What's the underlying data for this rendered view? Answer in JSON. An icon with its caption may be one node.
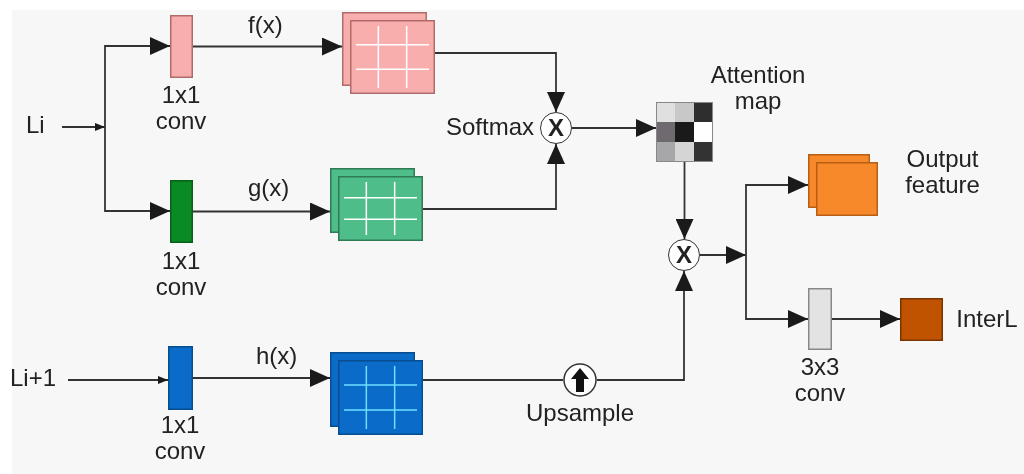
{
  "diagram": {
    "nodes": [
      {
        "text": [
          "Li"
        ]
      },
      {
        "text": [
          "1x1 conv"
        ]
      },
      {
        "text": [],
        "shape": "box"
      },
      {
        "text": [
          "1x1 conv"
        ]
      },
      {
        "text": [],
        "shape": "box"
      },
      {
        "text": [
          "X"
        ],
        "beside": [
          "Softmax"
        ]
      },
      {
        "text": [
          "Attention map"
        ]
      },
      {
        "text": [
          "Li+1"
        ]
      },
      {
        "text": [
          "1x1 conv"
        ]
      },
      {
        "text": [],
        "shape": "box"
      },
      {
        "text": [],
        "shape": "circle",
        "beside": [
          "Upsample"
        ]
      },
      {
        "text": [
          "X"
        ]
      },
      {
        "text": [
          "Output feature"
        ]
      },
      {
        "text": [
          "3x3 conv"
        ]
      },
      {
        "text": [
          "InterL"
        ]
      }
    ],
    "edges": [
      {
        "from": 0,
        "to": 1,
        "arrow": "to"
      },
      {
        "from": 0,
        "to": 3,
        "arrow": "to"
      },
      {
        "from": 1,
        "to": 2,
        "arrow": "to",
        "label": "f(x)"
      },
      {
        "from": 3,
        "to": 4,
        "arrow": "to",
        "label": "g(x)"
      },
      {
        "from": 2,
        "to": 5,
        "arrow": "to"
      },
      {
        "from": 4,
        "to": 5,
        "arrow": "to"
      },
      {
        "from": 5,
        "to": 6,
        "arrow": "to"
      },
      {
        "from": 6,
        "to": 11,
        "arrow": "to"
      },
      {
        "from": 7,
        "to": 8,
        "arrow": "to"
      },
      {
        "from": 8,
        "to": 9,
        "arrow": "to",
        "label": "h(x)"
      },
      {
        "from": 9,
        "to": 10,
        "arrow": "none"
      },
      {
        "from": 10,
        "to": 11,
        "arrow": "to"
      },
      {
        "from": 11,
        "to": 12,
        "arrow": "to"
      },
      {
        "from": 11,
        "to": 13,
        "arrow": "to"
      },
      {
        "from": 13,
        "to": 14,
        "arrow": "to"
      }
    ]
  }
}
